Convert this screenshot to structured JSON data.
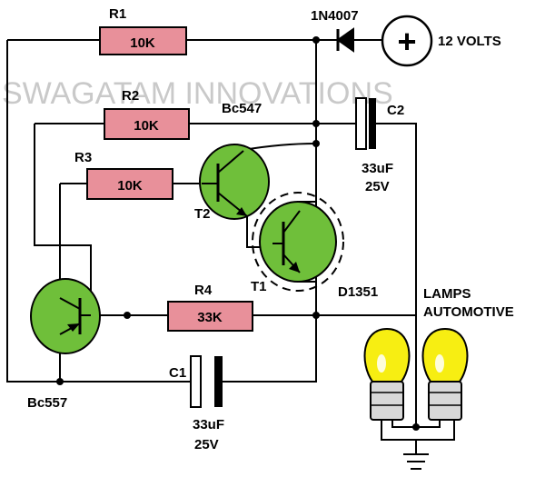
{
  "watermark": "SWAGATAM INNOVATIONS",
  "resistors": [
    {
      "ref": "R1",
      "value": "10K"
    },
    {
      "ref": "R2",
      "value": "10K"
    },
    {
      "ref": "R3",
      "value": "10K"
    },
    {
      "ref": "R4",
      "value": "33K"
    }
  ],
  "diode": {
    "ref": "1N4007"
  },
  "supply": {
    "symbol": "+",
    "label": "12 VOLTS"
  },
  "capacitors": [
    {
      "ref": "C2",
      "value": "33uF",
      "voltage": "25V"
    },
    {
      "ref": "C1",
      "value": "33uF",
      "voltage": "25V"
    }
  ],
  "transistors": [
    {
      "ref": "T2",
      "part": "Bc547"
    },
    {
      "ref": "T1",
      "part": "D1351"
    },
    {
      "ref": "",
      "part": "Bc557"
    }
  ],
  "lamps": {
    "line1": "LAMPS",
    "line2": "AUTOMOTIVE"
  },
  "colors": {
    "resistor": "#e8909a",
    "transistor": "#6fbf3a",
    "bulb": "#f7ee12",
    "wire": "#000000"
  }
}
